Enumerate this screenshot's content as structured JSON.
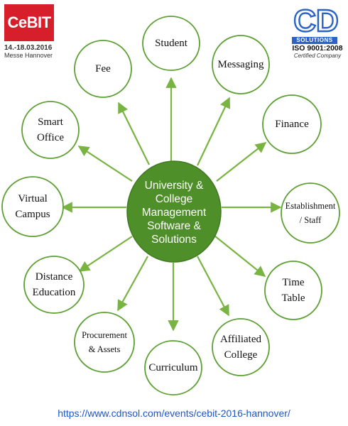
{
  "header": {
    "cebit_logo_text": "CeBIT",
    "cebit_dates": "14.-18.03.2016",
    "cebit_venue": "Messe Hannover",
    "company_logo_mark": "CD",
    "company_logo_banner": "SOLUTIONS",
    "iso_text": "ISO 9001:2008",
    "certified_text": "Certified Company"
  },
  "diagram": {
    "center": "University &\nCollege\nManagement\nSoftware &\nSolutions",
    "nodes": [
      {
        "id": "student",
        "label": "Student"
      },
      {
        "id": "messaging",
        "label": "Messaging"
      },
      {
        "id": "finance",
        "label": "Finance"
      },
      {
        "id": "establishment-staff",
        "label": "Establishment\n/ Staff"
      },
      {
        "id": "time-table",
        "label": "Time\nTable"
      },
      {
        "id": "affiliated-college",
        "label": "Affiliated\nCollege"
      },
      {
        "id": "curriculum",
        "label": "Curriculum"
      },
      {
        "id": "procurement-assets",
        "label": "Procurement\n& Assets"
      },
      {
        "id": "distance-education",
        "label": "Distance\nEducation"
      },
      {
        "id": "virtual-campus",
        "label": "Virtual\nCampus"
      },
      {
        "id": "smart-office",
        "label": "Smart\nOffice"
      },
      {
        "id": "fee",
        "label": "Fee"
      }
    ],
    "colors": {
      "center_fill": "#4f8f2a",
      "arrow": "#79b442",
      "node_stroke": "#5ea034"
    }
  },
  "footer": {
    "url": "https://www.cdnsol.com/events/cebit-2016-hannover/",
    "url_color": "#1a57c9"
  }
}
